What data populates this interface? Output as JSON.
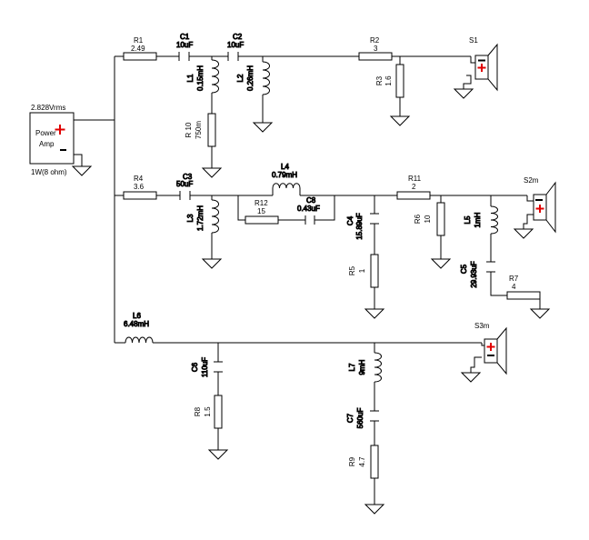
{
  "source": {
    "voltage": "2.828Vrms",
    "title": [
      "Power",
      "Amp"
    ],
    "power": "1W(8 ohm)"
  },
  "resistors": {
    "R1": {
      "name": "R1",
      "value": "2.49"
    },
    "R2": {
      "name": "R2",
      "value": "3"
    },
    "R3": {
      "name": "R3",
      "value": "1.6"
    },
    "R10": {
      "name": "R 10",
      "value": "750m"
    },
    "R4": {
      "name": "R4",
      "value": "3.6"
    },
    "R11": {
      "name": "R11",
      "value": "2"
    },
    "R12": {
      "name": "R12",
      "value": "15"
    },
    "R5": {
      "name": "R5",
      "value": "1"
    },
    "R6": {
      "name": "R6",
      "value": "10"
    },
    "R7": {
      "name": "R7",
      "value": "4"
    },
    "R8": {
      "name": "R8",
      "value": "1.5"
    },
    "R9": {
      "name": "R9",
      "value": "4.7"
    }
  },
  "capacitors": {
    "C1": {
      "name": "C1",
      "value": "10uF"
    },
    "C2": {
      "name": "C2",
      "value": "10uF"
    },
    "C3": {
      "name": "C3",
      "value": "50uF"
    },
    "C8": {
      "name": "C8",
      "value": "0.43uF"
    },
    "C4": {
      "name": "C4",
      "value": "15.89uF"
    },
    "C5": {
      "name": "C5",
      "value": "29.93uF"
    },
    "C6": {
      "name": "C6",
      "value": "110uF"
    },
    "C7": {
      "name": "C7",
      "value": "560uF"
    }
  },
  "inductors": {
    "L1": {
      "name": "L1",
      "value": "0.15mH"
    },
    "L2": {
      "name": "L2",
      "value": "0.26mH"
    },
    "L3": {
      "name": "L3",
      "value": "1.72mH"
    },
    "L4": {
      "name": "L4",
      "value": "0.79mH"
    },
    "L5": {
      "name": "L5",
      "value": "1mH"
    },
    "L6": {
      "name": "L6",
      "value": "6.48mH"
    },
    "L7": {
      "name": "L7",
      "value": "9mH"
    }
  },
  "speakers": {
    "S1": "S1",
    "S2": "S2m",
    "S3": "S3m"
  },
  "colors": {
    "wire": "#000000",
    "polarity_plus": "#e00000",
    "background": "#ffffff"
  }
}
